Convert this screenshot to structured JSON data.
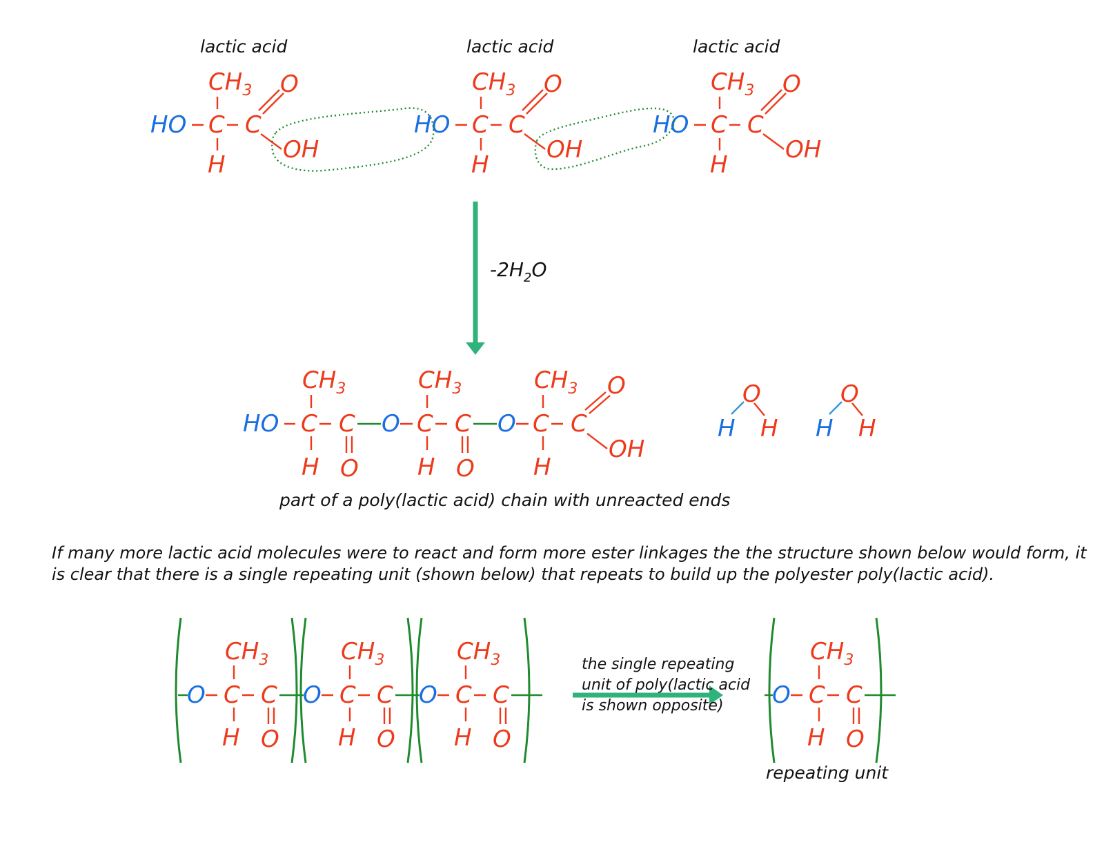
{
  "labels": {
    "lactic_acid_1": "lactic acid",
    "lactic_acid_2": "lactic acid",
    "lactic_acid_3": "lactic acid",
    "water_loss_prefix": "-2H",
    "water_loss_sub": "2",
    "water_loss_suffix": "O",
    "chain_caption": "part of a poly(lactic acid) chain with unreacted ends",
    "paragraph": "If many more lactic acid molecules were to react and form more ester linkages the the structure shown below would form, it is clear that there is a single repeating unit (shown below) that repeats to build up the polyester poly(lactic acid).",
    "arrow_note": "the single repeating unit of poly(lactic acid is shown opposite)",
    "repeating_unit": "repeating unit"
  },
  "atoms": {
    "ch3": "CH",
    "three": "3",
    "c": "C",
    "o": "O",
    "h": "H",
    "ho": "HO",
    "oh": "OH",
    "dash": "-"
  },
  "colors": {
    "carbon_chain": "#ee3a1c",
    "oxygen_link": "#1a6fe0",
    "ester_bond": "#1f8a2e",
    "arrow": "#2fb37a",
    "water_bond": "#2f9ad8"
  }
}
